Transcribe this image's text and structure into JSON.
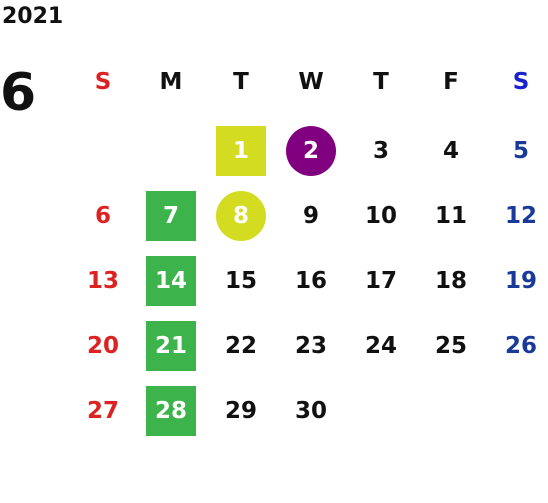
{
  "calendar": {
    "year": "2021",
    "month": "6",
    "weekdays": [
      "S",
      "M",
      "T",
      "W",
      "T",
      "F",
      "S"
    ],
    "first_weekday_index": 2,
    "days_in_month": 30,
    "colors": {
      "sunday": "#dd2222",
      "saturday": "#1a3a9a",
      "weekday_header": "#111111",
      "saturday_header": "#1a22cc",
      "green": "#3cb44b",
      "yellow": "#d4dc22",
      "purple": "#800080"
    },
    "highlights": [
      {
        "day": 1,
        "shape": "square",
        "color": "#d4dc22"
      },
      {
        "day": 2,
        "shape": "circle",
        "color": "#800080"
      },
      {
        "day": 7,
        "shape": "square",
        "color": "#3cb44b"
      },
      {
        "day": 8,
        "shape": "circle",
        "color": "#d4dc22"
      },
      {
        "day": 14,
        "shape": "square",
        "color": "#3cb44b"
      },
      {
        "day": 21,
        "shape": "square",
        "color": "#3cb44b"
      },
      {
        "day": 28,
        "shape": "square",
        "color": "#3cb44b"
      }
    ]
  }
}
